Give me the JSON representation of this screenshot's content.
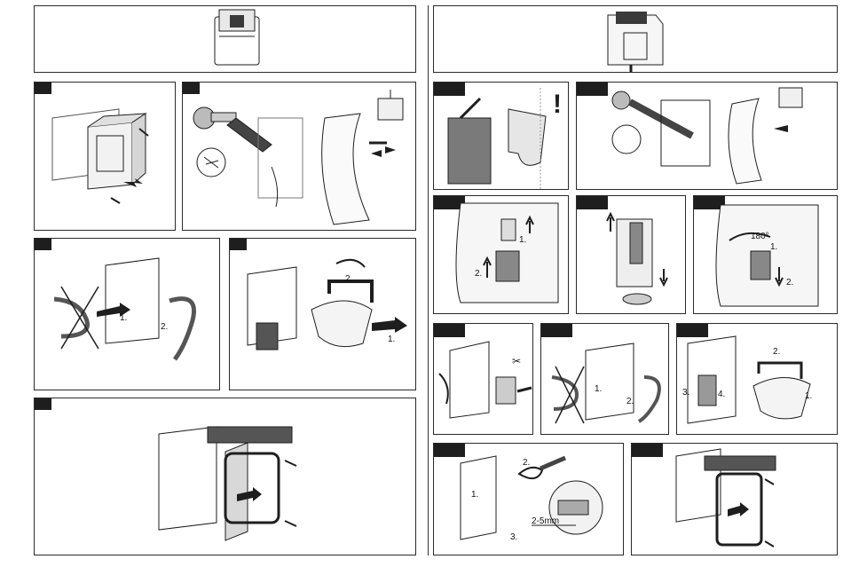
{
  "colors": {
    "line": "#1e1e1e",
    "fill_gray": "#cfcfcf",
    "fill_dark": "#3a3a3a",
    "tab": "#1e1e1e",
    "hose": "#6a6a6a"
  },
  "left": {
    "panel_c": {
      "step1": "1.",
      "step2": "2."
    },
    "panel_d": {
      "step1": "1.",
      "step2": "2."
    }
  },
  "right": {
    "panel_b": {
      "warning_mark": "!"
    },
    "panel_e": {
      "step1": "1.",
      "step2": "2."
    },
    "panel_g": {
      "angle": "180°",
      "step1": "1.",
      "step2": "2."
    },
    "panel_i": {
      "step1": "1.",
      "step2": "2."
    },
    "panel_j": {
      "step1": "1.",
      "step2": "2.",
      "step3": "3.",
      "step4": "4."
    },
    "panel_k": {
      "step1": "1.",
      "step2": "2.",
      "step3": "3.",
      "measure": "2-5mm"
    }
  }
}
